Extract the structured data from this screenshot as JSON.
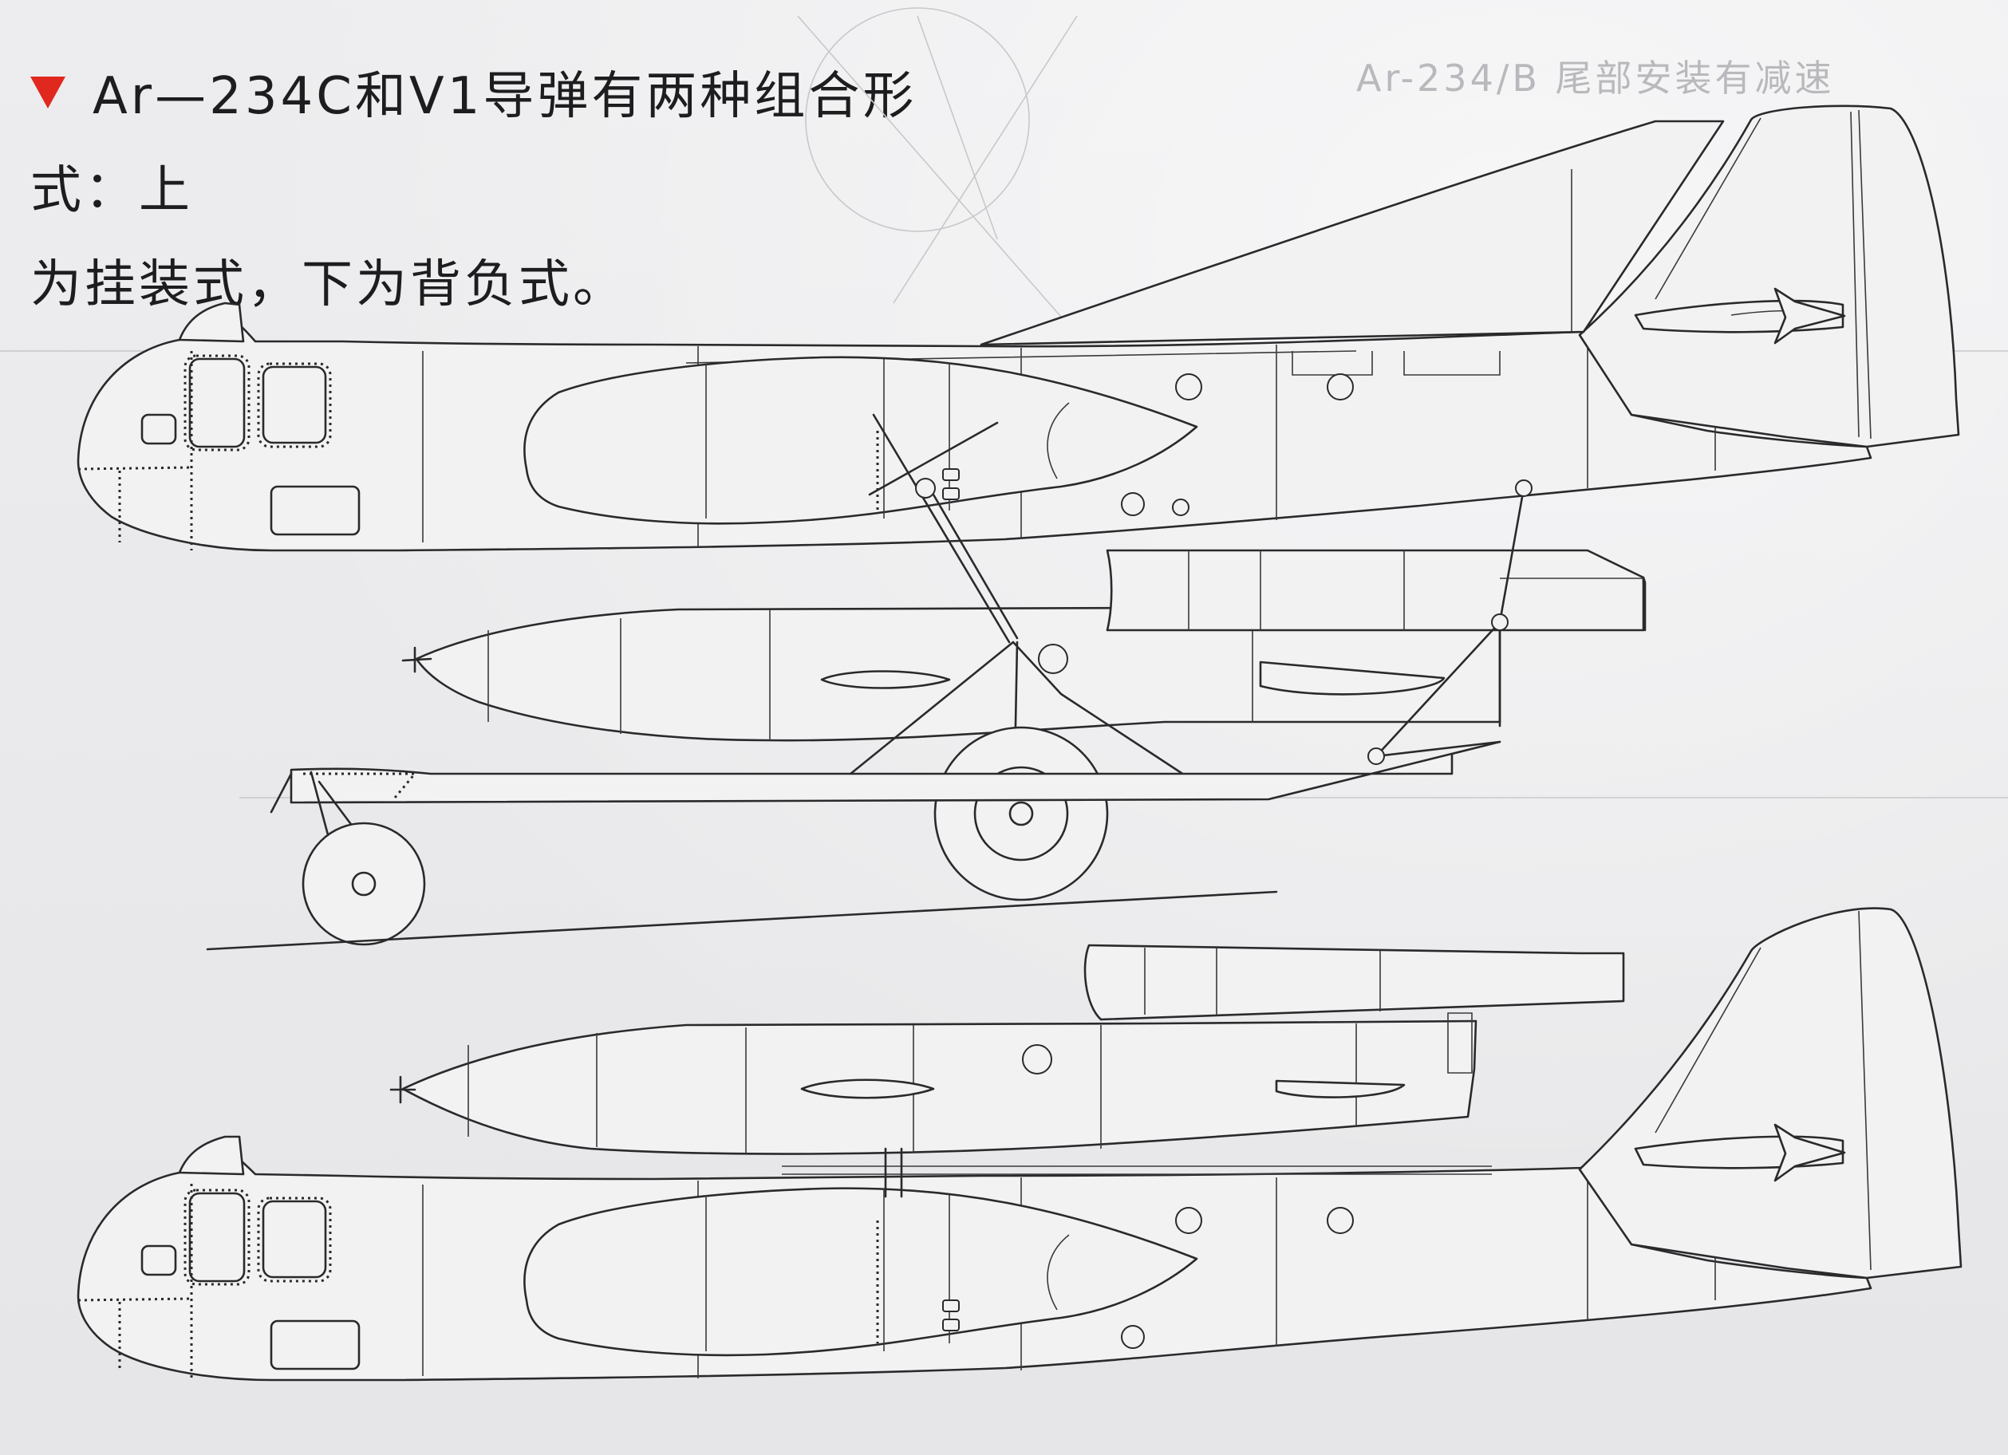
{
  "caption": {
    "line1": "Ar—234C和V1导弹有两种组合形式：上",
    "line2": "为挂装式，下为背负式。",
    "marker_color": "#e0281e"
  },
  "ghost_text": "Ar-234/B 尾部安装有减速",
  "colors": {
    "background": "#e9e9eb",
    "ink": "#2a2a2c",
    "accent": "#e0281e"
  },
  "views": [
    {
      "name": "挂装式",
      "position": "top"
    },
    {
      "name": "背负式",
      "position": "bottom"
    }
  ]
}
